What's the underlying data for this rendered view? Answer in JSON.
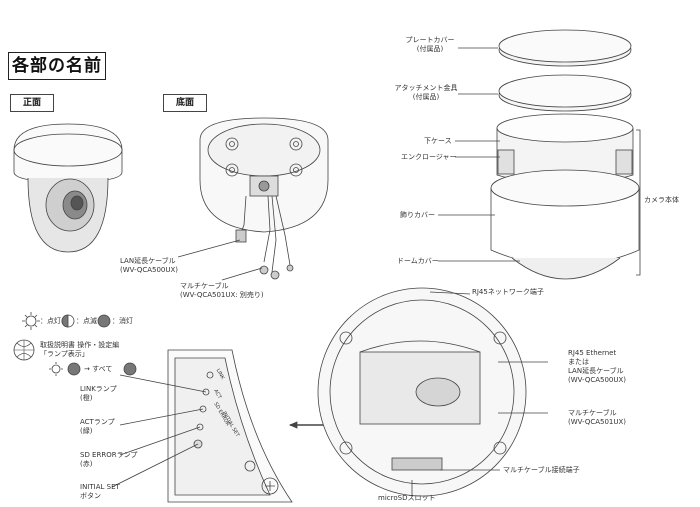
{
  "title": "各部の名前",
  "views": {
    "front": "正面",
    "bottom": "底面"
  },
  "top_labels": {
    "plate_cover": "プレートカバー",
    "plate_cover_note": "(付属品)",
    "attachment": "アタッチメント金具",
    "attachment_note": "(付属品)",
    "lower_case": "下ケース",
    "enclosure": "エンクロージャー",
    "decor_cover": "飾りカバー",
    "dome_cover": "ドームカバー",
    "camera_body": "カメラ本体"
  },
  "bottom_labels": {
    "lan_cable": "LAN延長ケーブル",
    "lan_cable_model": "(WV-QCA500UX)",
    "multi_cable": "マルチケーブル",
    "multi_cable_model": "(WV-QCA501UX: 別売り)"
  },
  "legend": {
    "on": "：点灯",
    "blink": "：点滅",
    "off": "：消灯",
    "manual_line1": "取扱説明書 操作・設定編",
    "manual_line2": "「ランプ表示」",
    "all_arrow": "→ すべて"
  },
  "detail_labels": {
    "rj45_port": "RJ45ネットワーク端子",
    "rj45_eth": "RJ45 Ethernet",
    "or": "または",
    "lan_cable": "LAN延長ケーブル",
    "lan_model": "(WV-QCA500UX)",
    "multi_cable": "マルチケーブル",
    "multi_model": "(WV-QCA501UX)",
    "multi_port": "マルチケーブル接続端子",
    "microsd": "microSDスロット"
  },
  "lamp_labels": {
    "link": "LINKランプ",
    "link_color": "(橙)",
    "act": "ACTランプ",
    "act_color": "(緑)",
    "sd_error": "SD ERRORランプ",
    "sd_color": "(赤)",
    "initial_set": "INITIAL SET",
    "initial_set2": "ボタン"
  },
  "board_text": {
    "link": "LINK",
    "act": "ACT",
    "sd": "SD ERROR",
    "init": "INITIAL SET"
  }
}
